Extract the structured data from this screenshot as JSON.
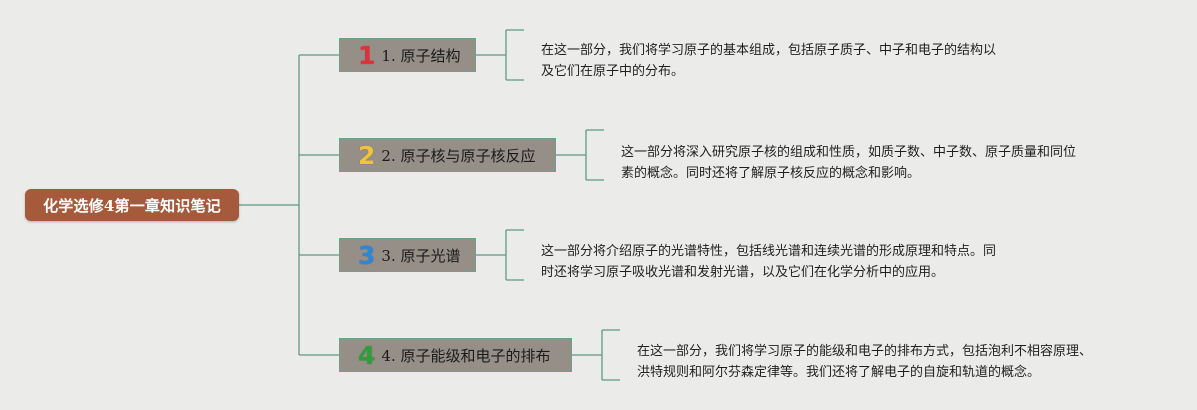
{
  "root": {
    "label": "化学选修4第一章知识笔记"
  },
  "branches": [
    {
      "icon": "number-1-icon",
      "num": "1",
      "color": "#e0303a",
      "label": "1. 原子结构",
      "desc": [
        "在这一部分，我们将学习原子的基本组成，包括原子质子、中子和电子的结构以",
        "及它们在原子中的分布。"
      ]
    },
    {
      "icon": "number-2-icon",
      "num": "2",
      "color": "#f0c33c",
      "label": "2. 原子核与原子核反应",
      "desc": [
        "这一部分将深入研究原子核的组成和性质，如质子数、中子数、原子质量和同位",
        "素的概念。同时还将了解原子核反应的概念和影响。"
      ]
    },
    {
      "icon": "number-3-icon",
      "num": "3",
      "color": "#2f86d6",
      "label": "3. 原子光谱",
      "desc": [
        "这一部分将介绍原子的光谱特性，包括线光谱和连续光谱的形成原理和特点。同",
        "时还将学习原子吸收光谱和发射光谱，以及它们在化学分析中的应用。"
      ]
    },
    {
      "icon": "number-4-icon",
      "num": "4",
      "color": "#2f9e3a",
      "label": "4. 原子能级和电子的排布",
      "desc": [
        "在这一部分，我们将学习原子的能级和电子的排布方式，包括泡利不相容原理、",
        "洪特规则和阿尔芬森定律等。我们还将了解电子的自旋和轨道的概念。"
      ]
    }
  ],
  "colors": {
    "connector": "#5f9a82",
    "root_bg": "#a65a3c",
    "branch_bg": "#958f87"
  }
}
